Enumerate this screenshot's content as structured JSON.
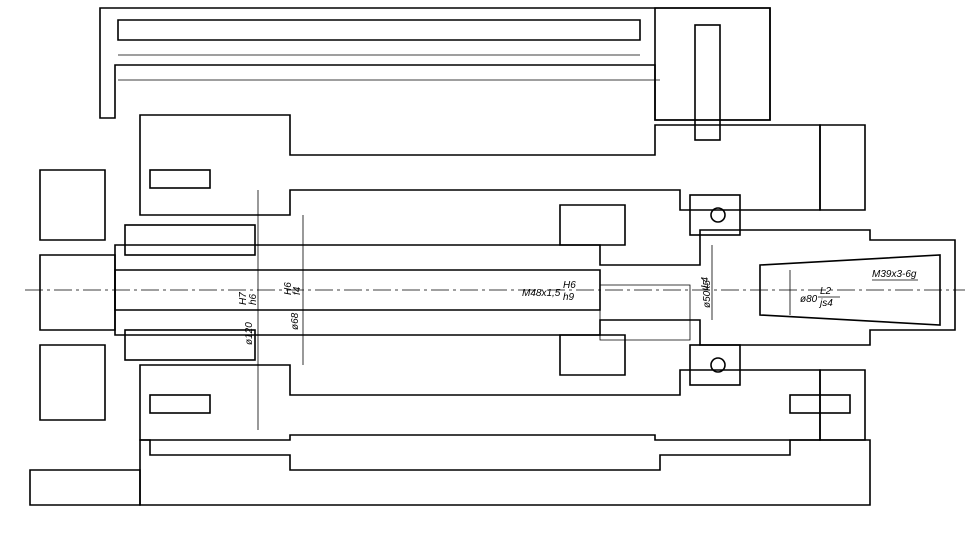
{
  "annotations": {
    "bore_fit": "H7",
    "bore_tol": "h6",
    "bore_dia": "ø120",
    "spindle_fit": "H6",
    "spindle_tol": "f4",
    "spindle_dia": "ø68",
    "thread_main": "M48x1,5",
    "thread_main_fit": "H6",
    "thread_main_tol": "h9",
    "bearing_fit": "L4",
    "bearing_dia": "ø50k5",
    "end_dia": "ø80",
    "end_fit": "L2",
    "end_tol": "js4",
    "end_thread": "M39x3-6g"
  },
  "colors": {
    "line": "#000000",
    "background": "#ffffff"
  }
}
